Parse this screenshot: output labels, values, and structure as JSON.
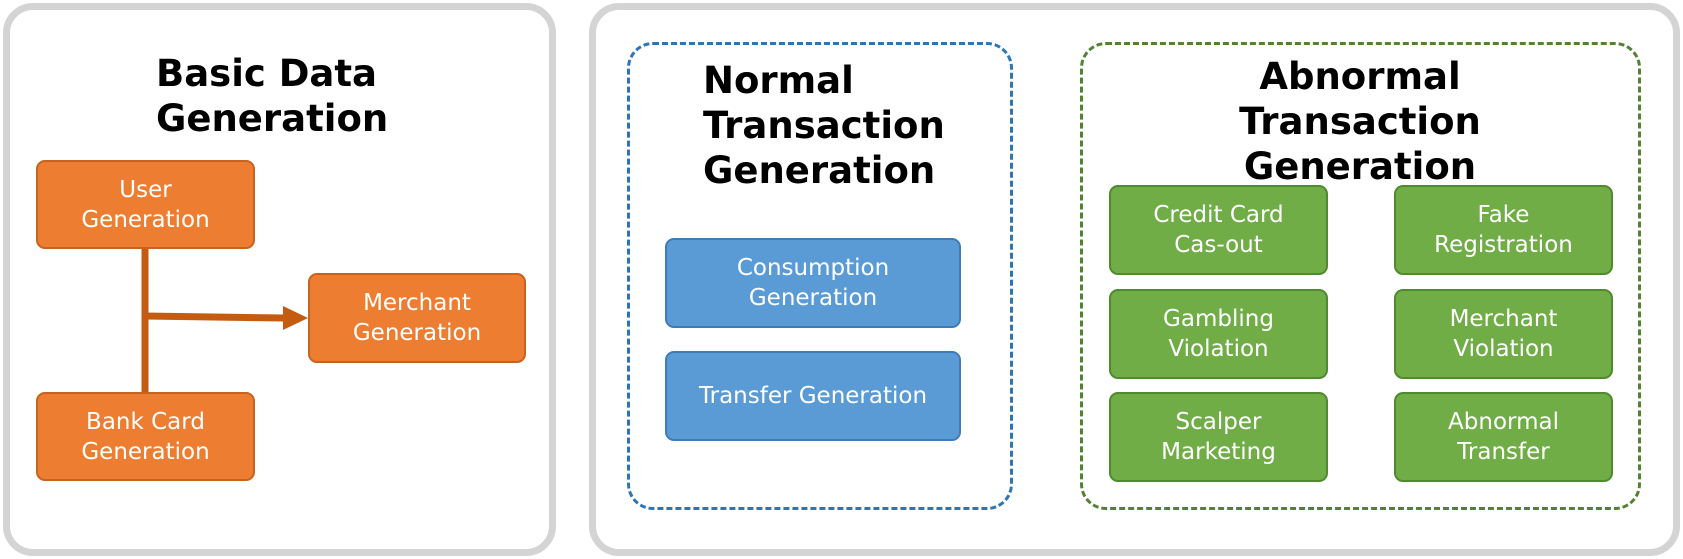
{
  "colors": {
    "panel_border": "#d4d4d4",
    "orange": "#ed7d31",
    "blue": "#5b9bd5",
    "green": "#70ad47",
    "blue_dashed": "#2e75b6",
    "green_dashed": "#548235"
  },
  "basic": {
    "title": "Basic Data\nGeneration",
    "user": "User\nGeneration",
    "merchant": "Merchant\nGeneration",
    "bank_card": "Bank Card\nGeneration"
  },
  "normal": {
    "title": "Normal\nTransaction\nGeneration",
    "items": [
      "Consumption\nGeneration",
      "Transfer Generation"
    ]
  },
  "abnormal": {
    "title": "Abnormal Transaction\nGeneration",
    "items": [
      "Credit Card\nCas-out",
      "Fake\nRegistration",
      "Gambling\nViolation",
      "Merchant\nViolation",
      "Scalper\nMarketing",
      "Abnormal\nTransfer"
    ]
  }
}
